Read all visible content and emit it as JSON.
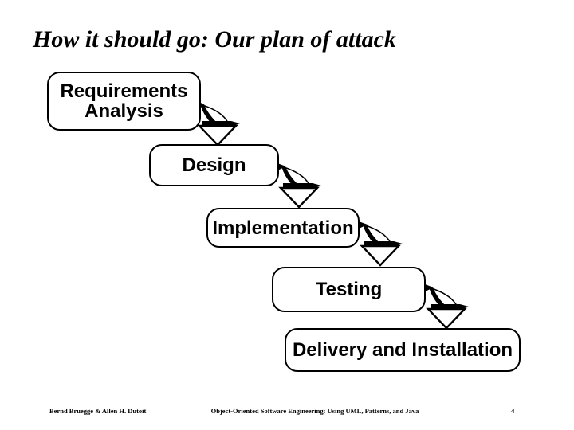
{
  "slide": {
    "title": "How it should go: Our plan of attack",
    "diagram": {
      "type": "waterfall-process",
      "steps": [
        {
          "id": "requirements-analysis",
          "label": "Requirements Analysis",
          "lines": [
            "Requirements",
            "Analysis"
          ]
        },
        {
          "id": "design",
          "label": "Design",
          "lines": [
            "Design"
          ]
        },
        {
          "id": "implementation",
          "label": "Implementation",
          "lines": [
            "Implementation"
          ]
        },
        {
          "id": "testing",
          "label": "Testing",
          "lines": [
            "Testing"
          ]
        },
        {
          "id": "delivery-installation",
          "label": "Delivery and Installation",
          "lines": [
            "Delivery and Installation"
          ]
        }
      ],
      "connector_icon": "iteration-waterfall-arrow"
    },
    "footer": {
      "authors": "Bernd Bruegge & Allen H. Dutoit",
      "book_title": "Object-Oriented Software Engineering: Using UML, Patterns, and Java",
      "page_number": "4"
    },
    "colors": {
      "background": "#ffffff",
      "text": "#000000",
      "box_fill": "#ffffff",
      "box_border": "#000000"
    }
  }
}
